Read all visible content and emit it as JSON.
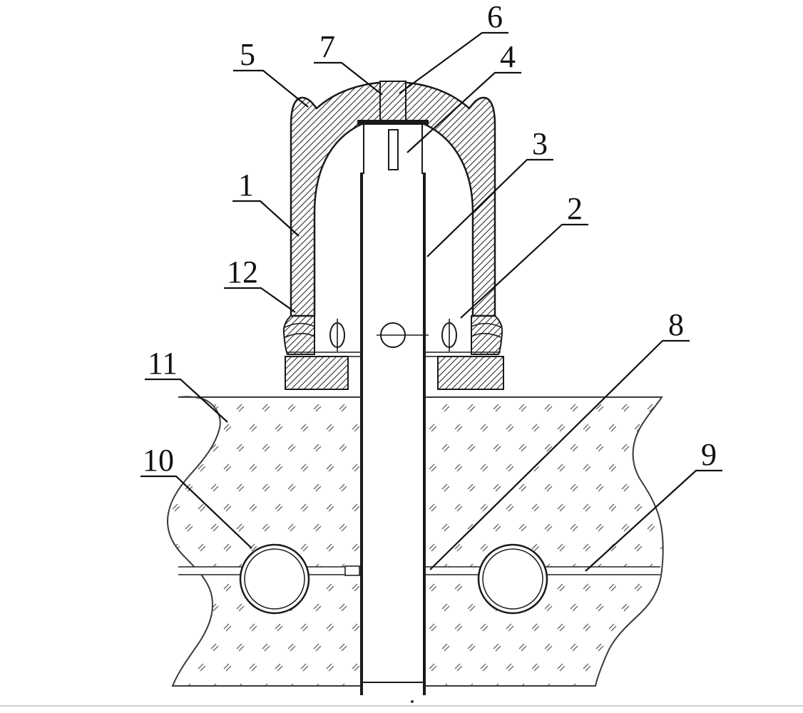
{
  "drawing": {
    "background": "#ffffff",
    "line_color": "#1a1a1a",
    "leader_color": "#111111",
    "soil_mark_color": "#6b6b6b",
    "labels": {
      "l1": "1",
      "l2": "2",
      "l3": "3",
      "l4": "4",
      "l5": "5",
      "l6": "6",
      "l7": "7",
      "l8": "8",
      "l9": "9",
      "l10": "10",
      "l11": "11",
      "l12": "12"
    }
  }
}
